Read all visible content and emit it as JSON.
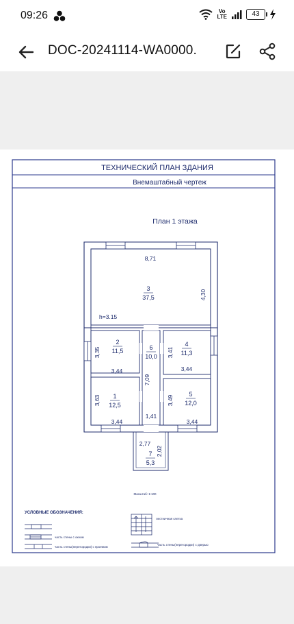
{
  "status": {
    "time": "09:26",
    "volte_top": "Vo",
    "volte_bottom": "LTE",
    "battery": "43"
  },
  "toolbar": {
    "title": "DOC-20241114-WA0000."
  },
  "plan": {
    "title": "ТЕХНИЧЕСКИЙ ПЛАН ЗДАНИЯ",
    "subtitle": "Внемаштабный чертеж",
    "floor": "План 1 этажа",
    "height_label": "h=3.15",
    "scale": "Масштаб: 1:100",
    "legend_title": "УСЛОВНЫЕ ОБОЗНАЧЕНИЯ:",
    "legend_window": "часть стены с окном",
    "legend_opening": "часть стены(перегородки) с проемом",
    "legend_stairs": "лестничная клетка",
    "legend_door": "часть стены(перегородки) с дверью",
    "dims": {
      "top_width": "8,71",
      "top_height": "4,30",
      "r2_h": "3,35",
      "r2_w": "3,44",
      "r1_h": "3,63",
      "r1_w": "3,44",
      "corr_h": "7,09",
      "corr_w": "1,41",
      "r4_h": "3,41",
      "r4_w": "3,44",
      "r5_h": "3,49",
      "r5_w": "3,44",
      "porch_w": "2,77",
      "porch_h": "2,02"
    },
    "rooms": [
      {
        "num": "3",
        "area": "37,5"
      },
      {
        "num": "2",
        "area": "11,5"
      },
      {
        "num": "6",
        "area": "10,0"
      },
      {
        "num": "4",
        "area": "11,3"
      },
      {
        "num": "1",
        "area": "12,5"
      },
      {
        "num": "5",
        "area": "12,0"
      },
      {
        "num": "7",
        "area": "5,3"
      }
    ]
  }
}
